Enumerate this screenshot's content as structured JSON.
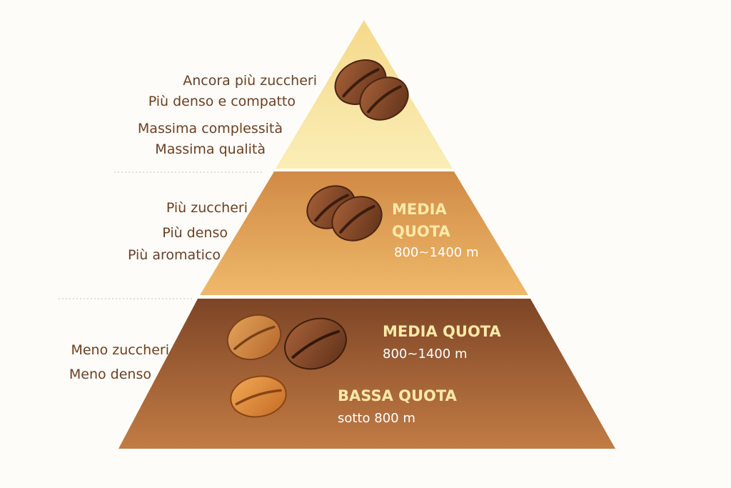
{
  "colors": {
    "background": "#fdfcf9",
    "tier_top": "#f7e39b",
    "tier_middle": "#d99a4e",
    "tier_bottom": "#8e5730",
    "side_text": "#6a3f22",
    "title_light": "#fbe9a8",
    "text_white": "#ffffff"
  },
  "pyramid": {
    "top": {
      "notes": [
        "Ancora più zuccheri",
        "Più denso e compatto",
        "Massima complessità",
        "Massima qualità"
      ]
    },
    "middle": {
      "notes": [
        "Più zuccheri",
        "Più denso",
        "Più aromatico"
      ],
      "title_line1": "MEDIA",
      "title_line2": "QUOTA",
      "altitude": "800~1400 m"
    },
    "bottom": {
      "notes": [
        "Meno zuccheri",
        "Meno denso"
      ],
      "medium_title": "MEDIA QUOTA",
      "medium_altitude": "800~1400 m",
      "low_title": "BASSA QUOTA",
      "low_altitude": "sotto 800 m"
    }
  },
  "icons": {
    "bean": "coffee-bean-icon"
  }
}
